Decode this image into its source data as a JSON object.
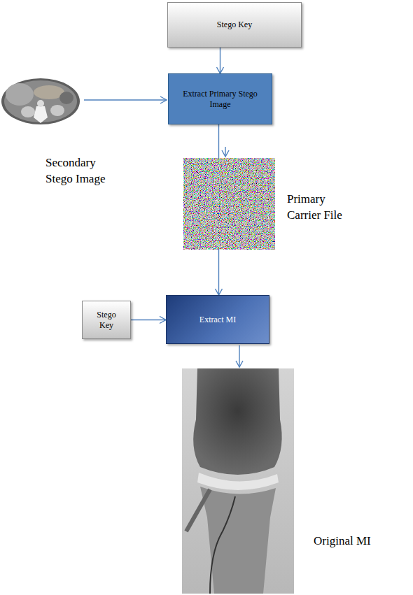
{
  "diagram": {
    "nodes": [
      {
        "text": [
          "Stego Key"
        ]
      },
      {
        "text": [
          "Extract Primary Stego Image"
        ]
      },
      {
        "text": [
          "Stego Key"
        ]
      },
      {
        "text": [
          "Extract MI"
        ]
      }
    ],
    "edges": [
      {
        "from": 0,
        "to": 1,
        "arrow": "to"
      },
      {
        "from": 1,
        "to": 3,
        "arrow": "to"
      },
      {
        "from": 2,
        "to": 3,
        "arrow": "to"
      }
    ],
    "labels": [
      "Secondary Stego Image",
      "Primary Carrier File",
      "Original MI"
    ]
  }
}
